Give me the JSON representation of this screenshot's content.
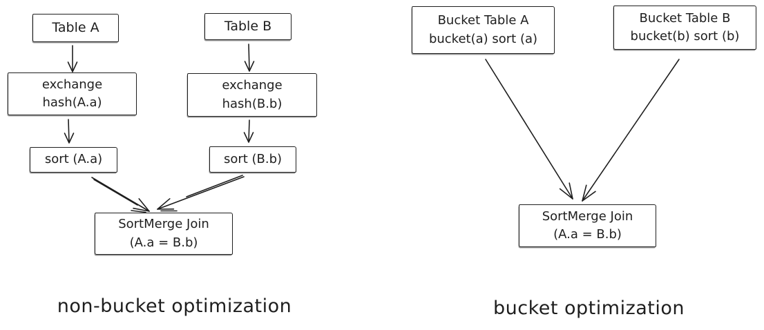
{
  "colors": {
    "stroke": "#1e1e1e",
    "background": "#ffffff"
  },
  "left_diagram": {
    "caption": "non-bucket optimization",
    "nodes": {
      "table_a": {
        "label": "Table A"
      },
      "table_b": {
        "label": "Table B"
      },
      "exchange_a": {
        "line1": "exchange",
        "line2": "hash(A.a)"
      },
      "exchange_b": {
        "line1": "exchange",
        "line2": "hash(B.b)"
      },
      "sort_a": {
        "label": "sort (A.a)"
      },
      "sort_b": {
        "label": "sort (B.b)"
      },
      "join": {
        "line1": "SortMerge Join",
        "line2": "(A.a = B.b)"
      }
    }
  },
  "right_diagram": {
    "caption": "bucket optimization",
    "nodes": {
      "bucket_table_a": {
        "line1": "Bucket Table A",
        "line2": "bucket(a) sort (a)"
      },
      "bucket_table_b": {
        "line1": "Bucket Table B",
        "line2": "bucket(b) sort (b)"
      },
      "join": {
        "line1": "SortMerge Join",
        "line2": "(A.a = B.b)"
      }
    }
  }
}
